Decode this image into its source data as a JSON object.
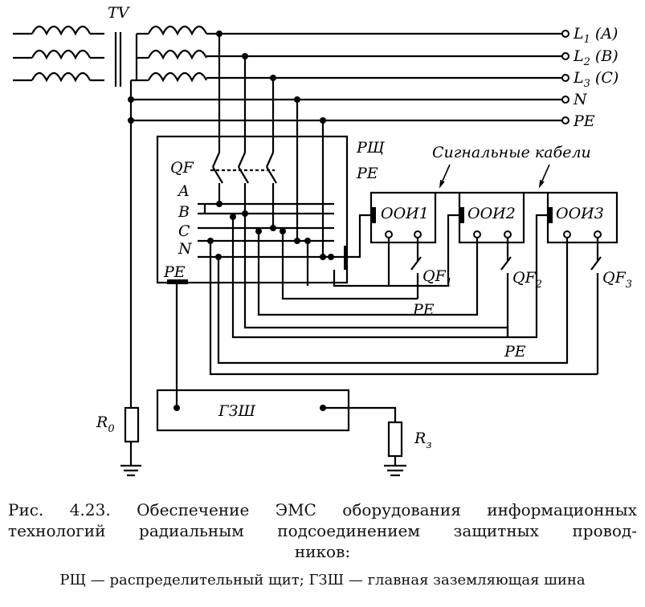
{
  "labels": {
    "transformer": "TV",
    "panel": "РЩ",
    "breaker_main": "QF",
    "phase_a": "A",
    "phase_b": "B",
    "phase_c": "C",
    "neutral": "N",
    "pe": "PE",
    "pe_panel": "PE",
    "pe_bus": "PE",
    "pe_mid1": "PE",
    "pe_mid2": "PE",
    "line_l1": "L",
    "line_l1_sub": "1",
    "line_l1_phase": "(A)",
    "line_l2": "L",
    "line_l2_sub": "2",
    "line_l2_phase": "(B)",
    "line_l3": "L",
    "line_l3_sub": "3",
    "line_l3_phase": "(C)",
    "line_n": "N",
    "line_pe": "PE",
    "signal_cables": "Сигнальные кабели",
    "equipment_1": "ООИ1",
    "equipment_2": "ООИ2",
    "equipment_3": "ООИ3",
    "qf_1": "QF",
    "qf_1_sub": "1",
    "qf_2": "QF",
    "qf_2_sub": "2",
    "qf_3": "QF",
    "qf_3_sub": "3",
    "main_earth_bus": "ГЗШ",
    "r0": "R",
    "r0_sub": "0",
    "rz": "R",
    "rz_sub": "з"
  },
  "caption": {
    "line1": "Рис. 4.23. Обеспечение ЭМС оборудования информационных",
    "line2": "технологий радиальным подсоединением защитных провод-",
    "line3": "ников:",
    "legend": "РЩ — распределительный щит; ГЗШ — главная заземляющая шина"
  }
}
